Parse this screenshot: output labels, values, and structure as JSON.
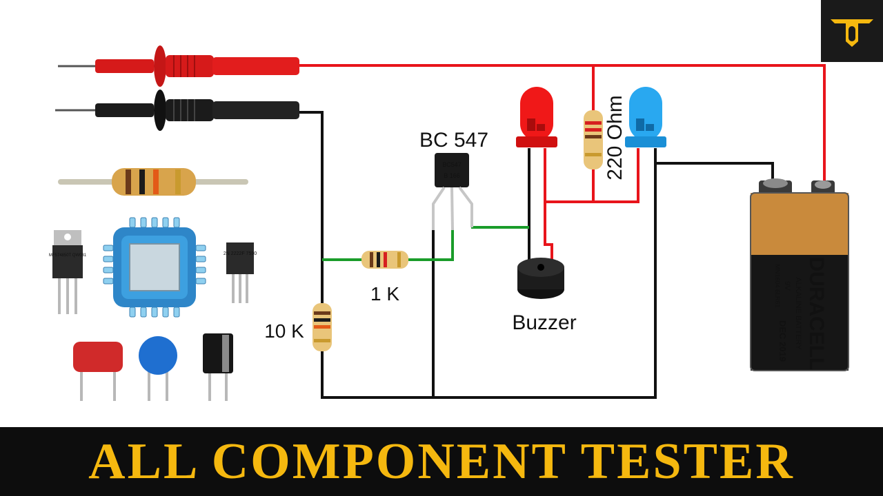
{
  "labels": {
    "transistor": "BC 547",
    "transistor_marking_1": "BC547",
    "transistor_marking_2": "B 166",
    "resistor_1k": "1 K",
    "resistor_10k": "10 K",
    "resistor_220": "220 Ohm",
    "buzzer": "Buzzer"
  },
  "battery": {
    "brand": "DURACELL",
    "line1": "ALKALINE BATTERY",
    "voltage": "9V",
    "model": "MN1604 6LR61",
    "expiry": "DEC 2019"
  },
  "components": {
    "regulator_marking": "MF574850T QW031",
    "transistor_2n_marking": "2N 2222F 7590"
  },
  "banner": {
    "title": "ALL COMPONENT TESTER"
  },
  "colors": {
    "red_wire": "#e8141b",
    "black_wire": "#111111",
    "green_wire": "#1a9c2a",
    "banner_bg": "#0d0d0d",
    "banner_text": "#f5b80f",
    "led_red": "#f01818",
    "led_blue": "#29a8f0"
  }
}
